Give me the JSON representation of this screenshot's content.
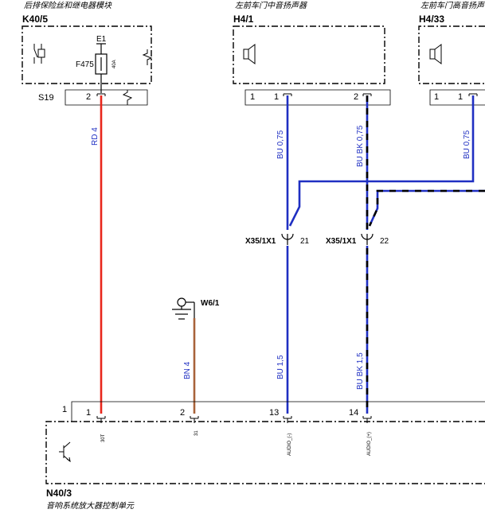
{
  "components": {
    "k40": {
      "title": "后排保险丝和继电器模块",
      "ref": "K40/5",
      "fuse_label": "F475",
      "fuse_rating": "40A",
      "fuse_node": "E1",
      "connector": "S19",
      "pin": "2"
    },
    "h41": {
      "title": "左前车门中音扬声器",
      "ref": "H4/1",
      "conn_pin": "1",
      "pin_a": "1",
      "pin_b": "2"
    },
    "h433": {
      "title": "左前车门高音扬声器",
      "ref": "H4/33",
      "conn_pin": "1",
      "pin_a": "1"
    },
    "w61": {
      "ref": "W6/1"
    },
    "n403": {
      "ref": "N40/3",
      "title": "音响系统放大器控制单元",
      "conn_pin": "1",
      "pins": [
        "1",
        "2",
        "13",
        "14"
      ],
      "pin_names": [
        "30T",
        "31",
        "AUDIO_(-)",
        "AUDIO_(+)"
      ]
    }
  },
  "connectors": [
    {
      "ref": "X35/1X1",
      "pin": "21"
    },
    {
      "ref": "X35/1X1",
      "pin": "22"
    }
  ],
  "wires": {
    "rd4": "RD 4",
    "bn4": "BN 4",
    "bu075_a": "BU 0,75",
    "bubk075": "BU BK 0,75",
    "bu075_b": "BU 0,75",
    "bu15": "BU 1,5",
    "bubk15": "BU BK 1,5"
  },
  "colors": {
    "red": "#e8261b",
    "blue": "#1f2fc2",
    "brown": "#a8633a",
    "black": "#000000"
  }
}
